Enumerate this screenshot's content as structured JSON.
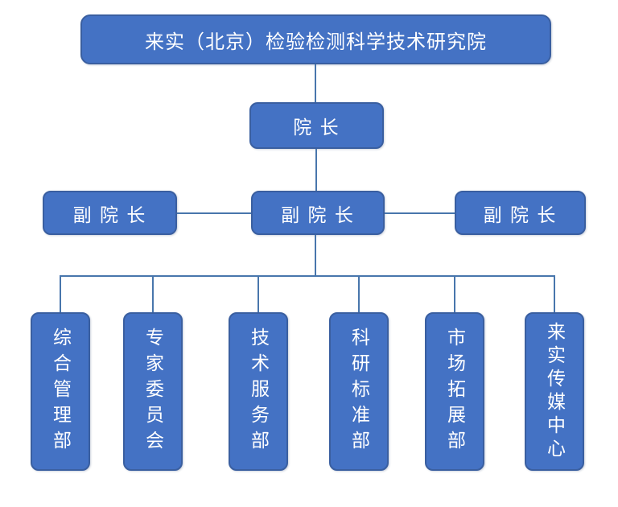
{
  "org_chart": {
    "type": "organization-chart",
    "root": {
      "label": "来实（北京）检验检测科学技术研究院"
    },
    "president": {
      "label": "院 长"
    },
    "vice_presidents": [
      {
        "label": "副 院 长"
      },
      {
        "label": "副 院 长"
      },
      {
        "label": "副 院 长"
      }
    ],
    "departments": [
      {
        "label": "综合管理部"
      },
      {
        "label": "专家委员会"
      },
      {
        "label": "技术服务部"
      },
      {
        "label": "科研标准部"
      },
      {
        "label": "市场拓展部"
      },
      {
        "label": "来实传媒中心"
      }
    ],
    "colors": {
      "box_fill": "#4472C4",
      "box_border": "#3A5FA0",
      "connector": "#4876AC",
      "text": "#FFFFFF",
      "background": "#FFFFFF"
    }
  }
}
